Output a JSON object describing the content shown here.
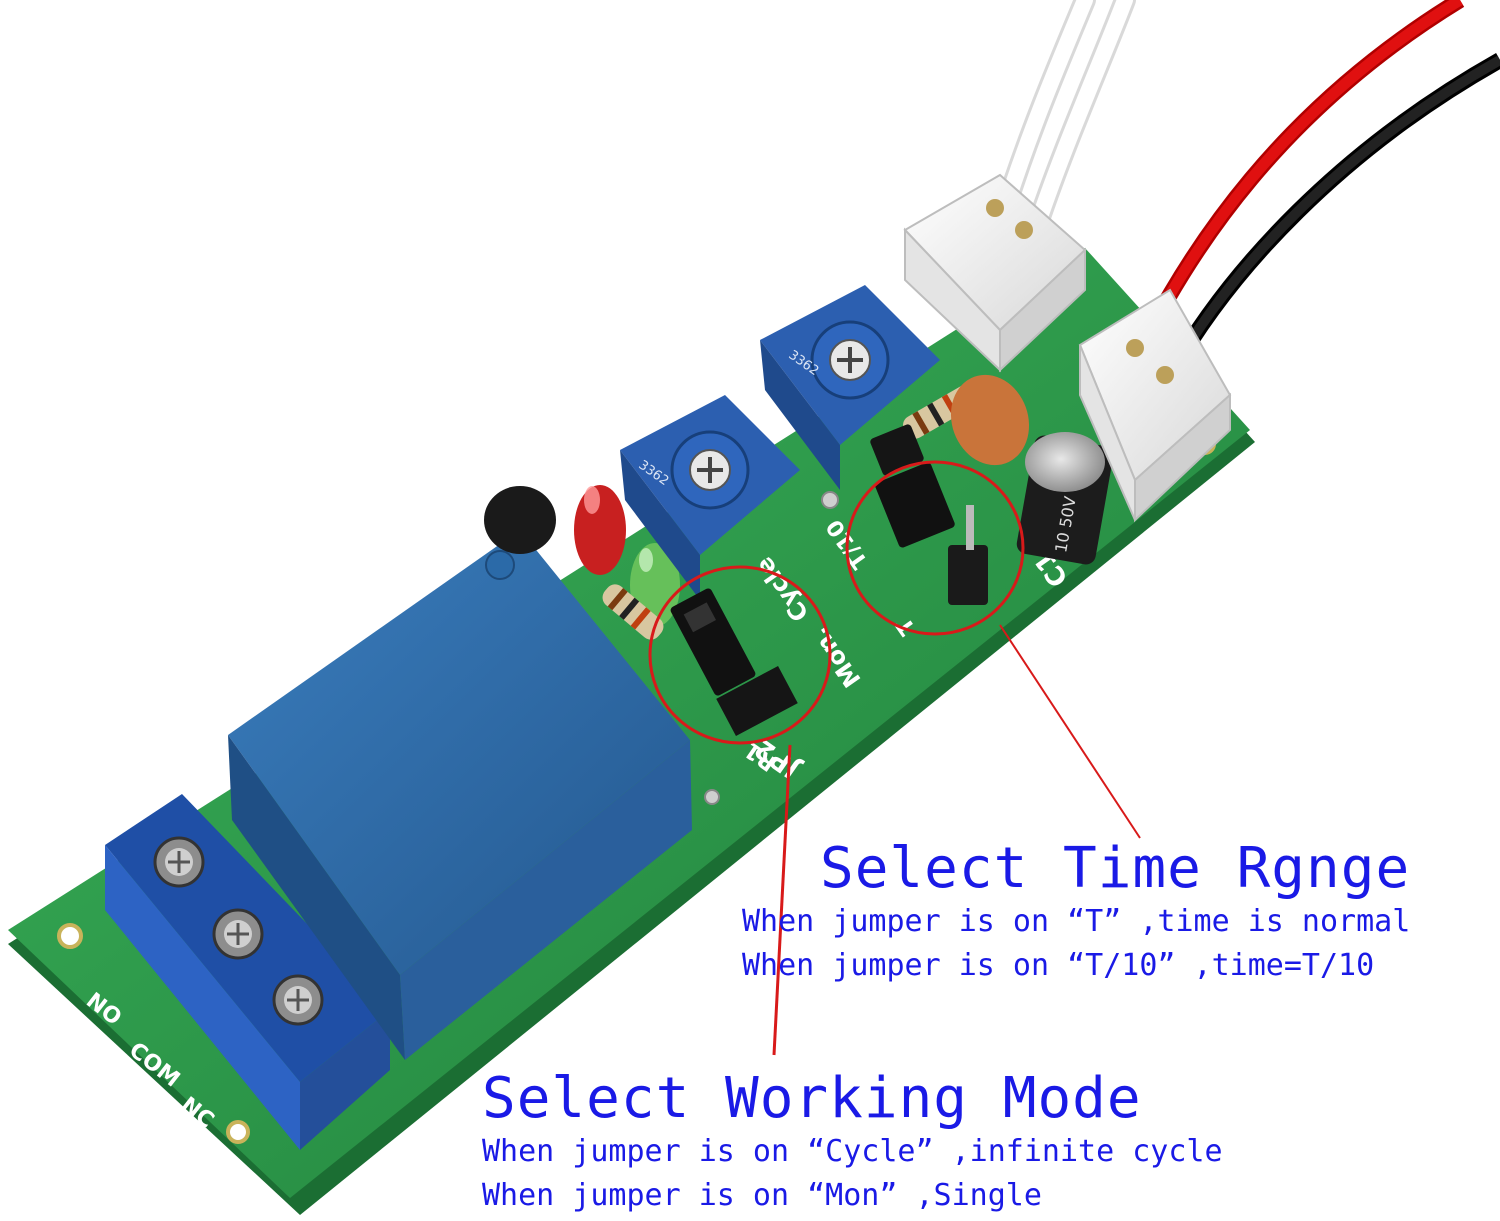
{
  "colors": {
    "callout_text": "#1a1ae6",
    "marker": "#d81a1a",
    "pcb": "#2a9a4a",
    "relay": "#2f6fae",
    "terminal_block": "#2f6fc8"
  },
  "board": {
    "labels": {
      "no": "NO",
      "com": "COM",
      "nc": "NC",
      "jp2": "JP2",
      "r1": "R1",
      "mon": "Mon.",
      "cycle": "Cycle",
      "t10": "T/10",
      "t": "T",
      "c1": "C1",
      "pot_code_left": "3362",
      "pot_code_right": "3362",
      "cap_text": "10 50V"
    }
  },
  "time_range": {
    "title": "Select Time Rgnge",
    "lines": [
      "When jumper is on “T” ,time is normal",
      "When jumper is on “T/10” ,time=T/10"
    ]
  },
  "working_mode": {
    "title": "Select Working Mode",
    "lines": [
      "When jumper is on “Cycle” ,infinite cycle",
      "When jumper is on “Mon” ,Single"
    ]
  }
}
